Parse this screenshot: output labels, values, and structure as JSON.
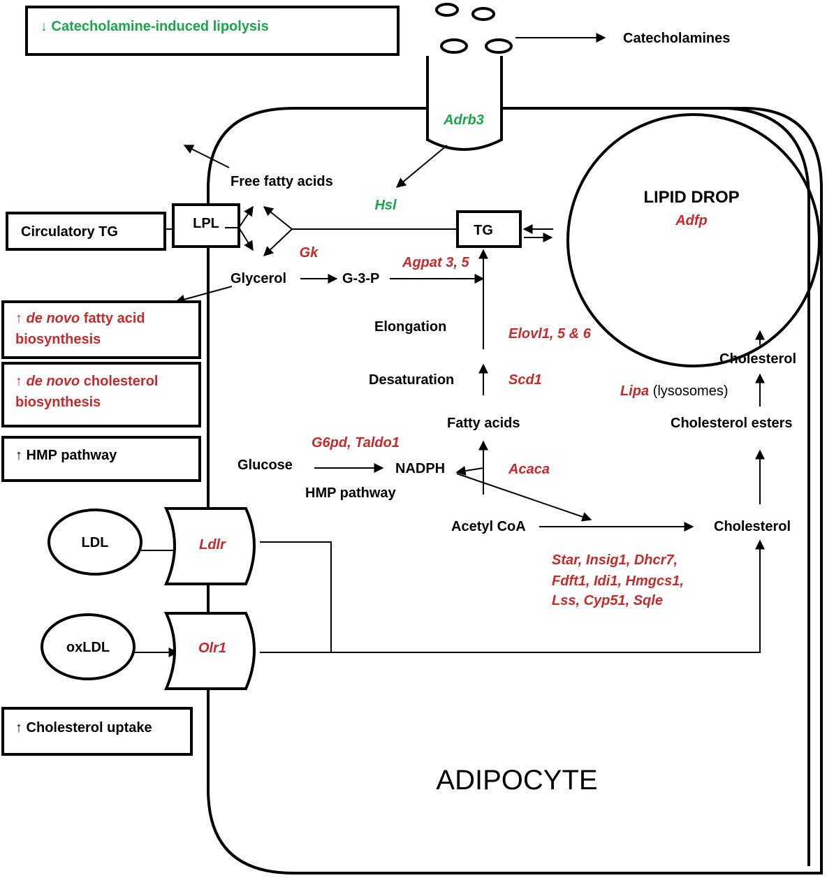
{
  "colors": {
    "text": "#000000",
    "gene_up": "#c62a2a",
    "gene_down": "#1aa64a"
  },
  "summary": {
    "lipolysis": "↓ Catecholamine-induced lipolysis",
    "fa_arrow": "↑ ",
    "fa_italic": "de novo",
    "fa_rest": " fatty acid",
    "fa_line2": "biosynthesis",
    "chol_arrow": "↑ ",
    "chol_italic": "de novo",
    "chol_rest": " cholesterol",
    "chol_line2": "biosynthesis",
    "hmp": "↑ HMP pathway",
    "uptake": "↑ Cholesterol uptake"
  },
  "nodes": {
    "catecholamines": "Catecholamines",
    "free_fatty_acids": "Free fatty acids",
    "circulatory_tg": "Circulatory TG",
    "lpl": "LPL",
    "glycerol": "Glycerol",
    "g3p": "G-3-P",
    "tg": "TG",
    "lipid_drop": "LIPID DROP",
    "elongation": "Elongation",
    "desaturation": "Desaturation",
    "fatty_acids": "Fatty acids",
    "glucose": "Glucose",
    "nadph": "NADPH",
    "hmp_pathway": "HMP pathway",
    "acetyl_coa": "Acetyl CoA",
    "cholesterol_main": "Cholesterol",
    "cholesterol_esters": "Cholesterol esters",
    "cholesterol_top": "Cholesterol",
    "lysosomes": " (lysosomes)",
    "ldl": "LDL",
    "oxldl": "oxLDL",
    "cell": "ADIPOCYTE"
  },
  "genes": {
    "adrb3": "Adrb3",
    "hsl": "Hsl",
    "adfp": "Adfp",
    "gk": "Gk",
    "agpat": "Agpat 3, 5",
    "elovl": "Elovl1, 5 & 6",
    "scd1": "Scd1",
    "g6pd": "G6pd, Taldo1",
    "acaca": "Acaca",
    "lipa": "Lipa",
    "chol_genes_1": "Star, Insig1, Dhcr7,",
    "chol_genes_2": "Fdft1, Idi1, Hmgcs1,",
    "chol_genes_3": "Lss, Cyp51, Sqle",
    "ldlr": "Ldlr",
    "olr1": "Olr1"
  }
}
